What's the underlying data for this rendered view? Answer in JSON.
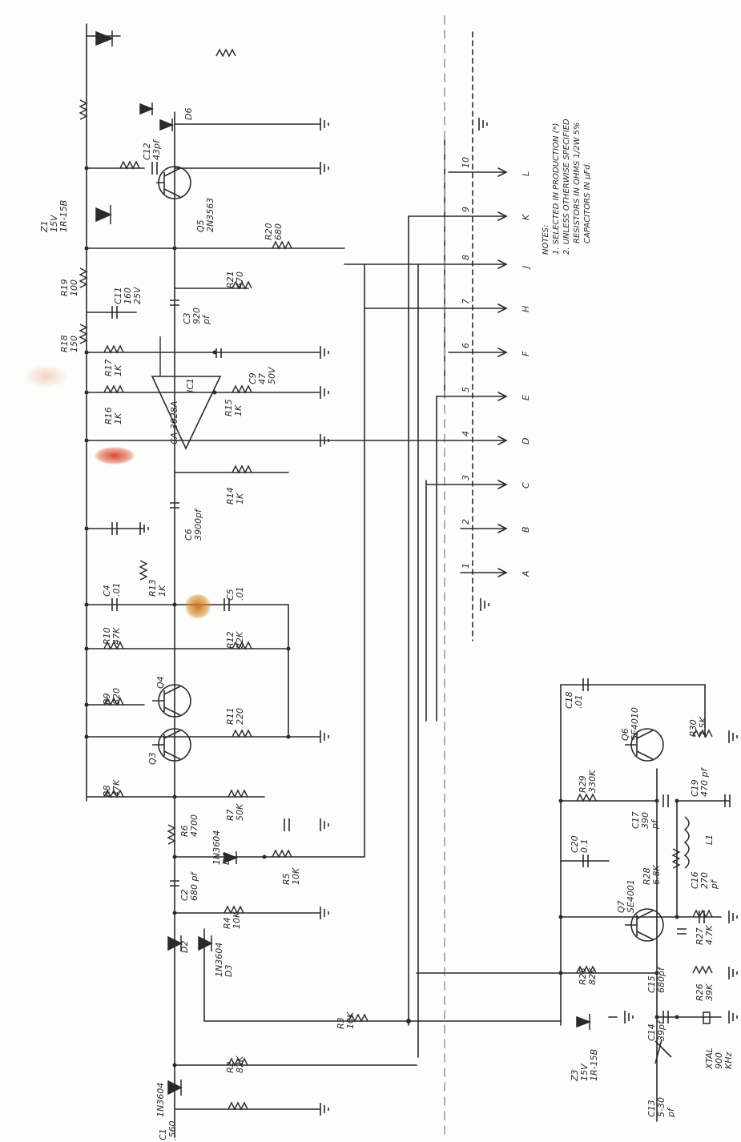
{
  "components": {
    "z1": "Z1\n15V\n1R-15B",
    "q5": "Q5\n2N3563",
    "c12": "C12\n43pf",
    "d6": "D6",
    "r19": "R19\n100",
    "c11": "C11\n160\n25V",
    "r20": "R20\n680",
    "r21": "R21\n470",
    "c3": "C3\n920\npf",
    "r18": "R18\n150",
    "r17": "R17\n1K",
    "r16": "R16\n1K",
    "ic1": "IC1",
    "ic1_type": "CA 3028A",
    "c9": "C9\n47\n50V",
    "r15": "R15\n1K",
    "c6": "C6\n3900pf",
    "r14": "R14\n1K",
    "c4": "C4\n.01",
    "r13": "R13\n1K",
    "c5": "C5\n.01",
    "r10": "R10\n47K",
    "r12": "R12\n22K",
    "r9": "R9\n820",
    "q4": "Q4",
    "q3": "Q3",
    "r11": "R11\n220",
    "r8": "R8\n47K",
    "r7": "R7\n50K",
    "d4": "1N3604\nD4",
    "r6": "R6\n4700",
    "c2": "C2\n680 pf",
    "r5": "R5\n10K",
    "r4": "R4\n10K",
    "d2": "D2",
    "d3": "1N3604\nD3",
    "r3": "R3\n10K",
    "r2": "R2\n82K",
    "d1": "1N3604",
    "c1": "C1\n.560",
    "c18": "C18\n.01",
    "q6": "Q6\nSE4010",
    "r30": "R30\n2.5K",
    "r29": "R29\n330K",
    "c19": "C19\n470 pf",
    "c17": "C17\n390\npf",
    "l1": "L1",
    "c20": "C20\n0.1",
    "r28": "R28\n6.8K",
    "c16": "C16\n270\npf",
    "q7": "Q7\nSE4001",
    "r27": "R27\n4.7K",
    "r25": "R25\n82K",
    "c15": "C15\n680pf",
    "c14": "C14\n39pf",
    "r26": "R26\n39K",
    "z3": "Z3\n15V\n1R-15B",
    "c13": "C13\n5-30\npf",
    "xtal": "XTAL\n900\nKHz"
  },
  "connector": {
    "pin_numbers": [
      "1",
      "2",
      "3",
      "4",
      "5",
      "6",
      "7",
      "8",
      "9",
      "10"
    ],
    "pin_letters": [
      "A",
      "B",
      "C",
      "D",
      "E",
      "F",
      "H",
      "J",
      "K",
      "L"
    ]
  },
  "notes": {
    "title": "NOTES:",
    "line1": "1. SELECTED IN PRODUCTION (*)",
    "line2": "2. UNLESS OTHERWISE SPECIFIED",
    "line3": "RESISTORS IN OHMS 1/2W 5%",
    "line4": "CAPACITORS IN μFd."
  },
  "colors": {
    "ink": "#2a2a2a",
    "paper": "#fdfdfb",
    "stain_orange": "#d98a2a",
    "stain_red": "#d94a30"
  }
}
